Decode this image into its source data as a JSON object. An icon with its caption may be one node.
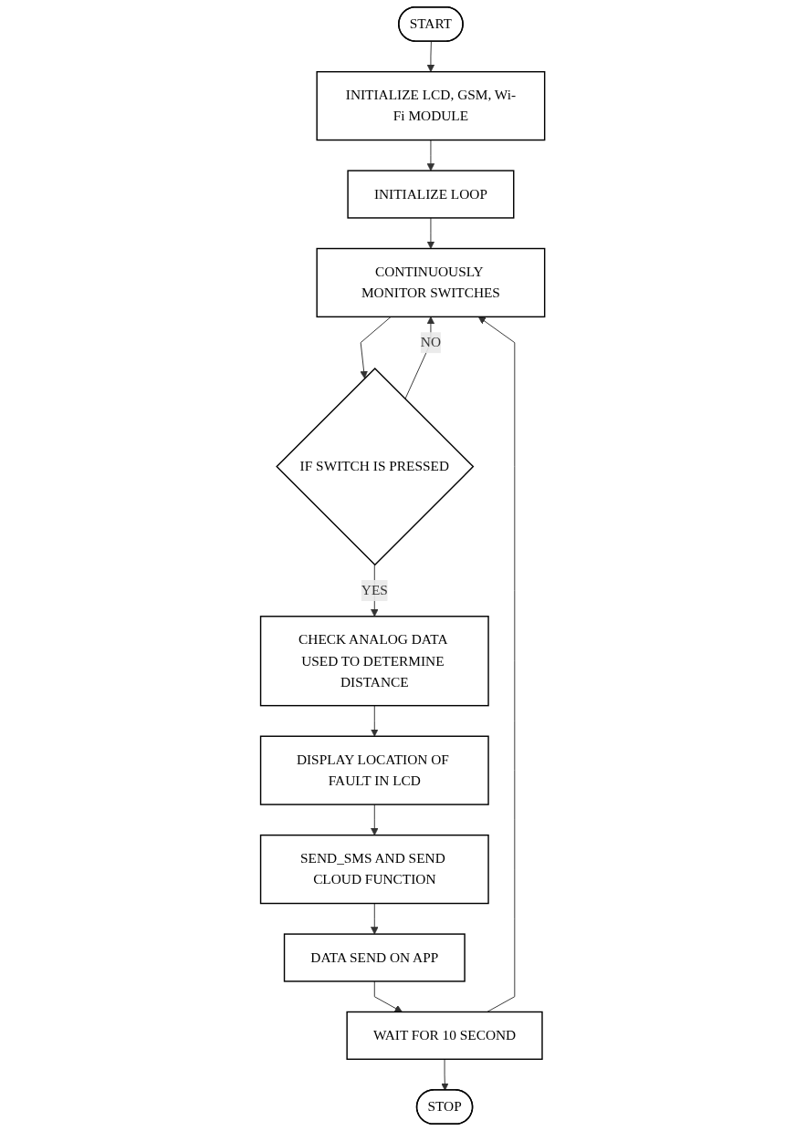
{
  "diagram": {
    "nodes": [
      {
        "text": [
          "START"
        ]
      },
      {
        "text": [
          "INITIALIZE LCD, GSM, Wi-Fi MODULE"
        ]
      },
      {
        "text": [
          "INITIALIZE LOOP"
        ]
      },
      {
        "text": [
          "CONTINUOUSLY MONITOR SWITCHES"
        ]
      },
      {
        "text": [
          "IF SWITCH IS PRESSED"
        ]
      },
      {
        "text": [
          "CHECK ANALOG DATA USED TO DETERMINE DISTANCE"
        ]
      },
      {
        "text": [
          "DISPLAY LOCATION OF FAULT IN LCD"
        ]
      },
      {
        "text": [
          "SEND_SMS AND SEND CLOUD FUNCTION"
        ]
      },
      {
        "text": [
          "DATA SEND ON APP"
        ]
      },
      {
        "text": [
          "WAIT FOR 10 SECOND"
        ]
      },
      {
        "text": [
          "STOP"
        ]
      }
    ],
    "edges": [
      {
        "from": 0,
        "to": 1,
        "arrow": "to"
      },
      {
        "from": 1,
        "to": 2,
        "arrow": "to"
      },
      {
        "from": 2,
        "to": 3,
        "arrow": "to"
      },
      {
        "from": 3,
        "to": 4,
        "arrow": "to"
      },
      {
        "from": 4,
        "to": 3,
        "label": "NO",
        "arrow": "to"
      },
      {
        "from": 4,
        "to": 5,
        "label": "YES",
        "arrow": "to"
      },
      {
        "from": 5,
        "to": 6,
        "arrow": "to"
      },
      {
        "from": 6,
        "to": 7,
        "arrow": "to"
      },
      {
        "from": 7,
        "to": 8,
        "arrow": "to"
      },
      {
        "from": 8,
        "to": 9,
        "arrow": "to"
      },
      {
        "from": 9,
        "to": 10,
        "arrow": "to"
      },
      {
        "from": 9,
        "to": 3,
        "arrow": "to"
      }
    ]
  }
}
